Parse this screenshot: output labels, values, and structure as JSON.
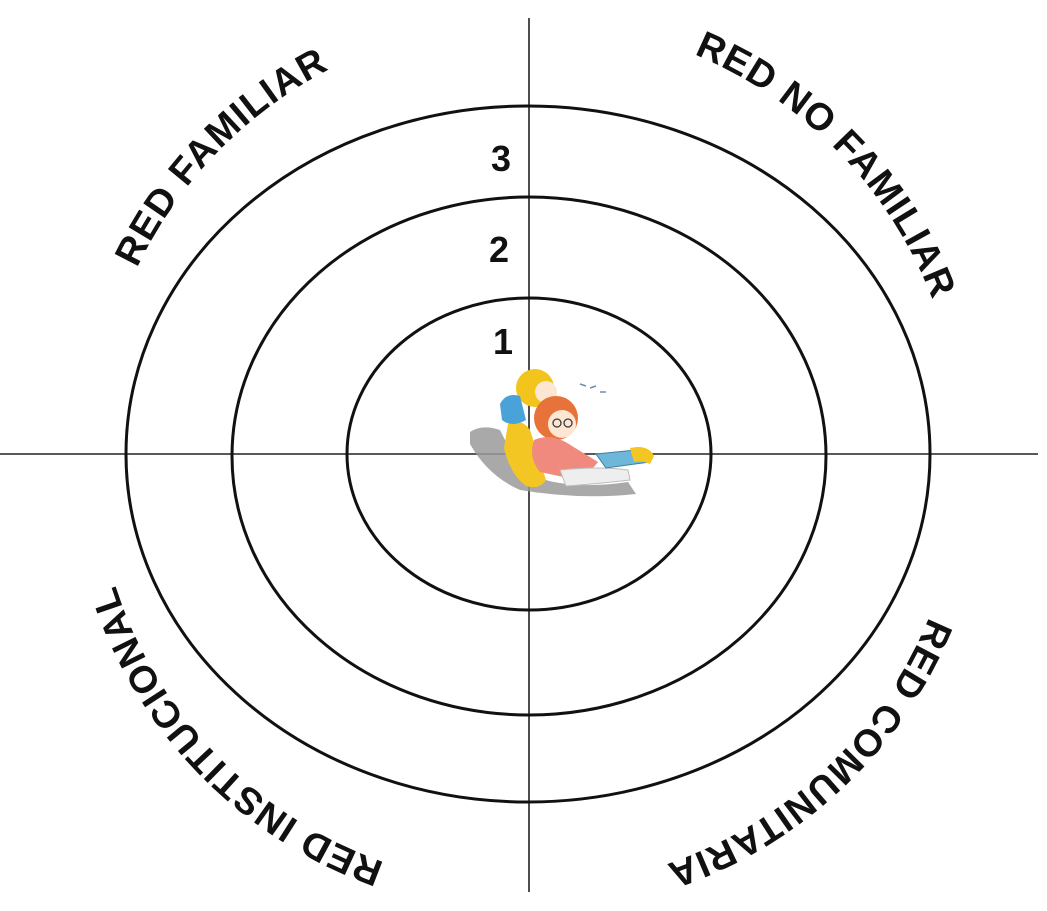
{
  "quadrant_labels": {
    "top_left": "RED FAMILIAR",
    "top_right": "RED NO FAMILIAR",
    "bottom_left": "RED INSTITUCIONAL",
    "bottom_right": "RED COMUNITARIA"
  },
  "ring_numbers": {
    "inner": "1",
    "middle": "2",
    "outer": "3"
  },
  "colors": {
    "lines": "#111111",
    "background": "#ffffff",
    "figure_hair_child": "#f2c41c",
    "figure_hair_woman": "#e8733a",
    "figure_shirt": "#f08a7e",
    "figure_chair": "#9a9a9a",
    "figure_cushion": "#f3c623",
    "figure_book": "#6fb7d8"
  },
  "center_icon": "person-reading-with-child-icon"
}
